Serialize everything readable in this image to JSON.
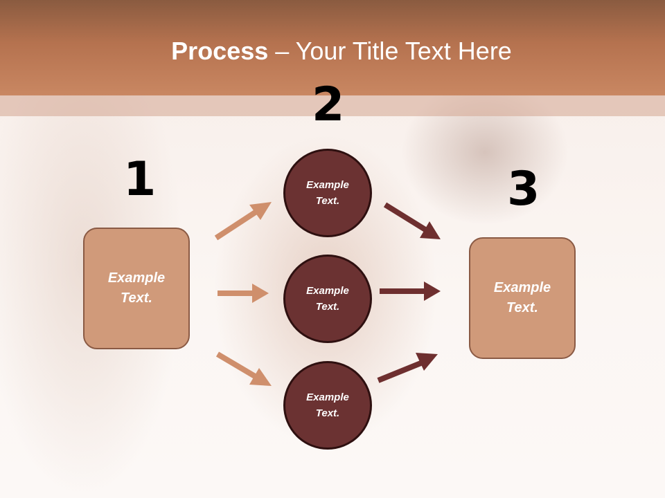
{
  "slide": {
    "title_bold": "Process",
    "title_rest": " – Your Title Text Here"
  },
  "steps": {
    "one": "1",
    "two": "2",
    "three": "3"
  },
  "left_box": {
    "line1": "Example",
    "line2": "Text."
  },
  "right_box": {
    "line1": "Example",
    "line2": "Text."
  },
  "circles": [
    {
      "line1": "Example",
      "line2": "Text."
    },
    {
      "line1": "Example",
      "line2": "Text."
    },
    {
      "line1": "Example",
      "line2": "Text."
    }
  ],
  "colors": {
    "header": "#b5724f",
    "box_fill": "#d09a7a",
    "box_border": "#8a5a44",
    "circle_fill": "#6b3232",
    "arrow_light": "#cf8f6c",
    "arrow_dark": "#6e2f2f"
  }
}
